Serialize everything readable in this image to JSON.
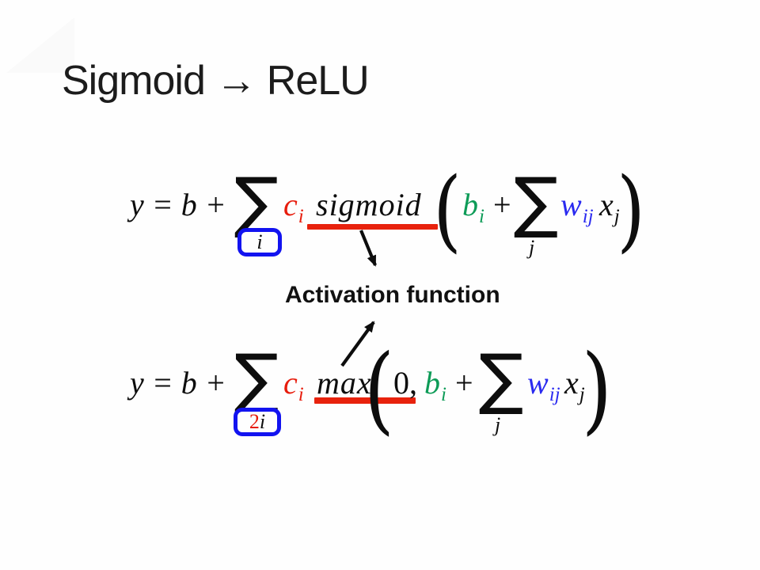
{
  "slide": {
    "title": "Sigmoid → ReLU",
    "annotation": "Activation function",
    "sigma": "∑"
  },
  "formula_sigmoid": {
    "lhs": "y = b +",
    "sum_index": "i",
    "coeff": {
      "base": "c",
      "sub": "i"
    },
    "func": "sigmoid",
    "paren_open": "(",
    "bias": {
      "base": "b",
      "sub": "i"
    },
    "plus": "+",
    "inner_sum_index": "j",
    "weight": {
      "base": "w",
      "sub": "ij"
    },
    "input": {
      "base": "x",
      "sub": "j"
    },
    "paren_close": ")"
  },
  "formula_relu": {
    "lhs": "y = b +",
    "sum_index_coeff": "2",
    "sum_index": "i",
    "coeff": {
      "base": "c",
      "sub": "i"
    },
    "func": "max",
    "paren_open": "(",
    "zero": "0,",
    "bias": {
      "base": "b",
      "sub": "i"
    },
    "plus": "+",
    "inner_sum_index": "j",
    "weight": {
      "base": "w",
      "sub": "ij"
    },
    "input": {
      "base": "x",
      "sub": "j"
    },
    "paren_close": ")"
  },
  "colors": {
    "coefficient_red": "#E71C0C",
    "bias_green": "#0D9B57",
    "weight_blue": "#2A2AF0",
    "box_blue": "#1213F0",
    "underline_red": "#E8220D",
    "text_black": "#0D0D0D"
  }
}
